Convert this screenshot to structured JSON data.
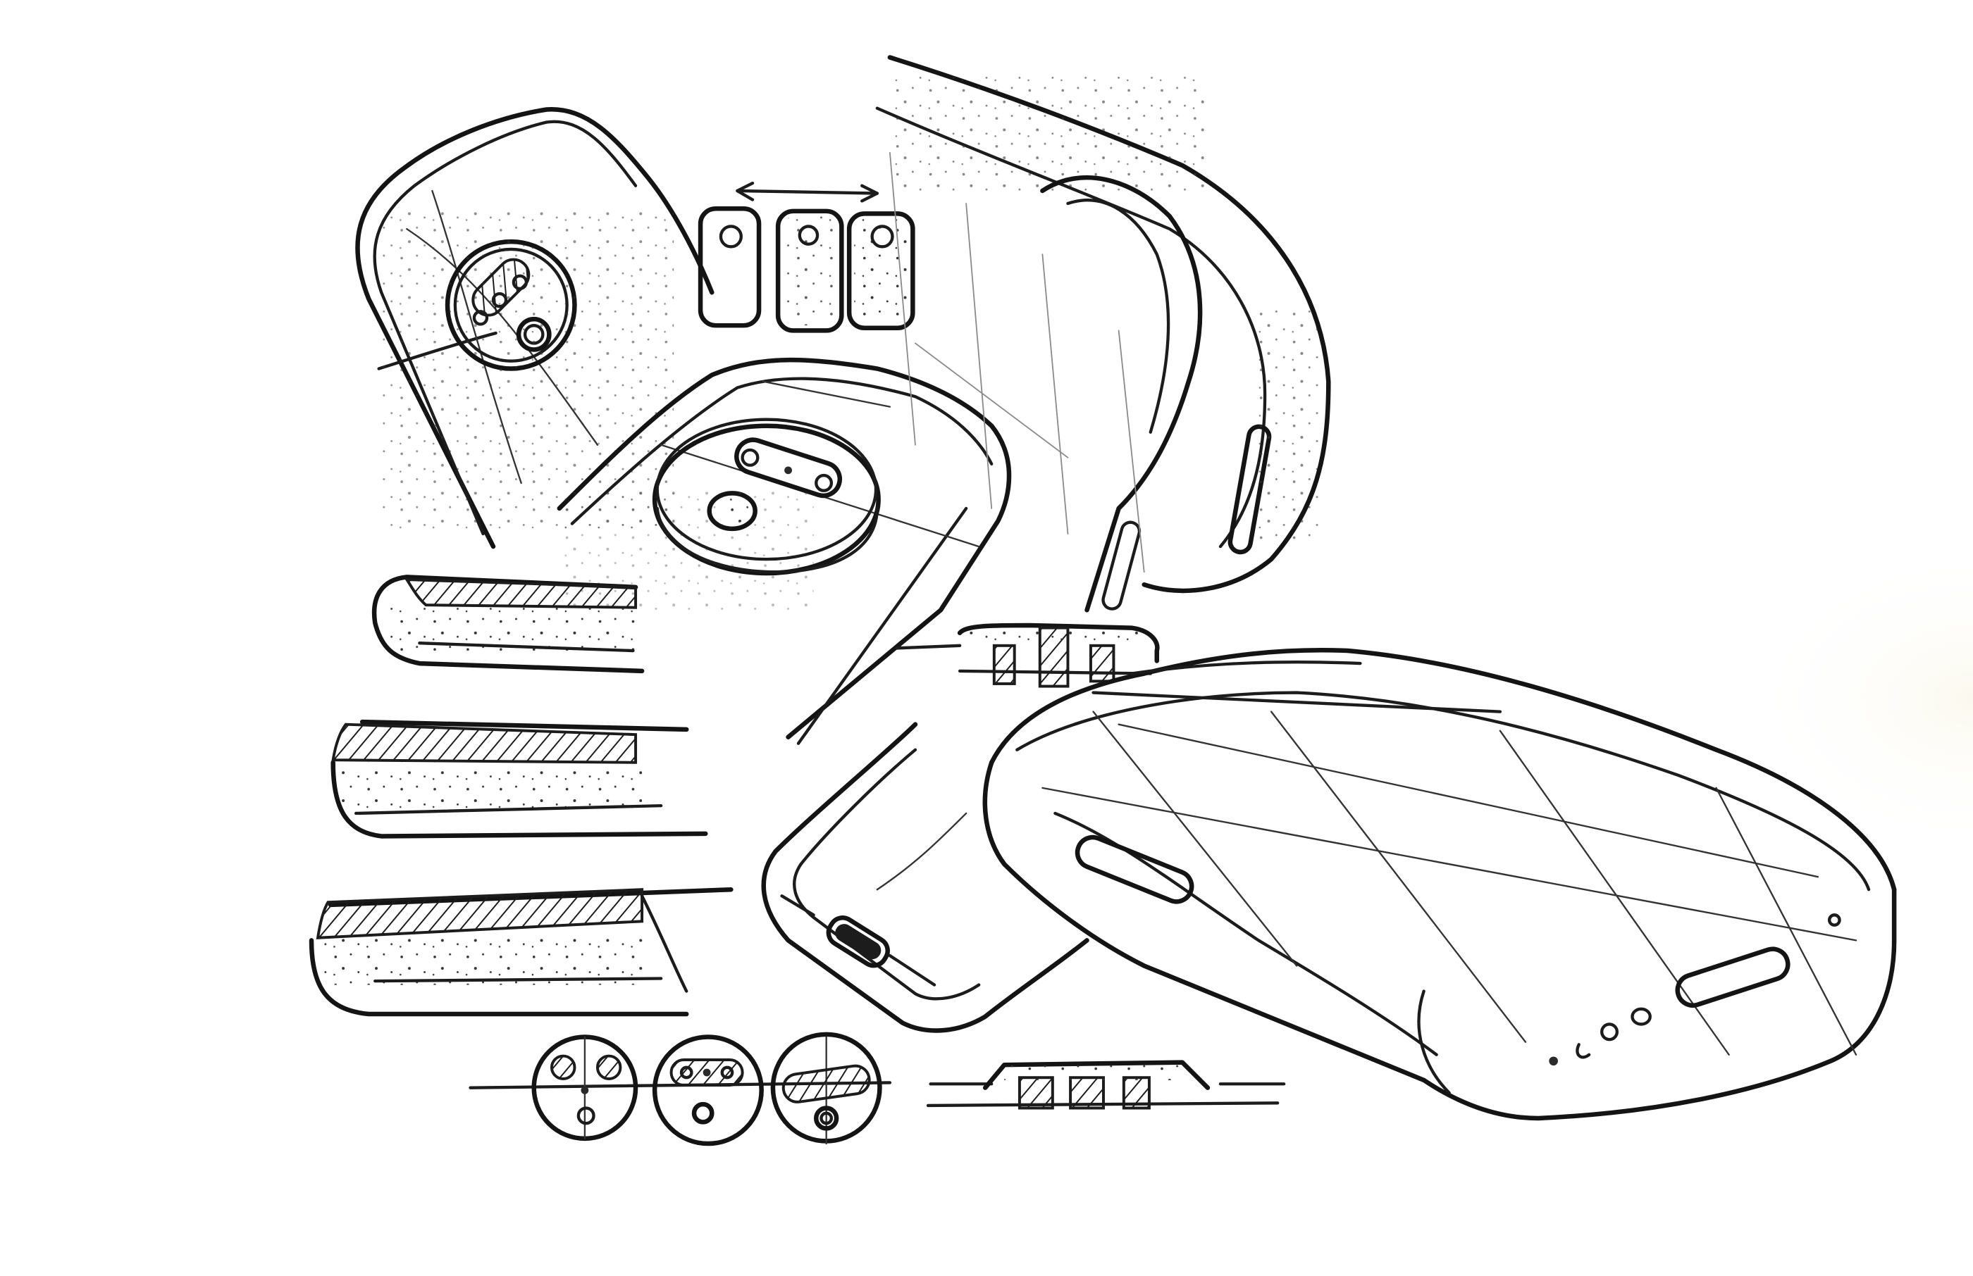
{
  "artwork": {
    "kind": "pen sketch of phone case concepts",
    "ink_color": "#1c1c1c",
    "paper_color": "#ffffff",
    "paper_tint_corner": "#fbf9ee"
  },
  "sketch_views": [
    "case-back-tilted-view",
    "color-variant-thumbnails",
    "case-back-perspective-view",
    "case-edge-corner-closeup",
    "edge-cross-section-profiles",
    "port-cross-section-details",
    "camera-module-layout-variants",
    "case-bottom-isometric-view",
    "case-bottom-screen-side-view"
  ]
}
